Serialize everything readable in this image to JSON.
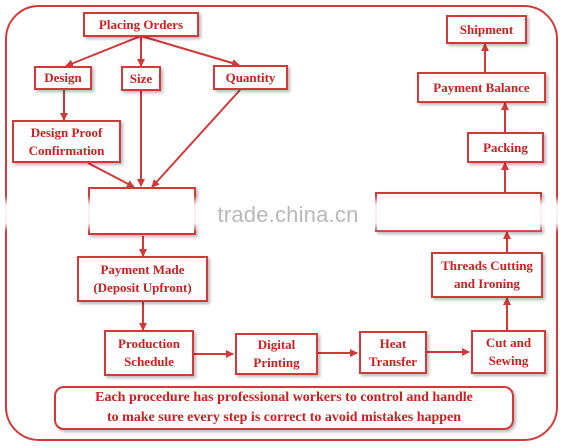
{
  "diagram": {
    "nodes": {
      "placing_orders": "Placing Orders",
      "design": "Design",
      "size": "Size",
      "quantity": "Quantity",
      "design_proof": "Design Proof\nConfirmation",
      "order_booked": "",
      "payment_made": "Payment Made\n(Deposit Upfront)",
      "production_schedule": "Production\nSchedule",
      "digital_printing": "Digital\nPrinting",
      "heat_transfer": "Heat\nTransfer",
      "cut_and_sewing": "Cut and\nSewing",
      "threads_cutting": "Threads Cutting\nand Ironing",
      "quality_check": "",
      "packing": "Packing",
      "payment_balance": "Payment Balance",
      "shipment": "Shipment"
    },
    "note": "Each procedure has professional workers to control and handle\nto make sure every step is correct to avoid mistakes happen"
  },
  "watermark": "trade.china.cn",
  "colors": {
    "accent": "#d23a3a",
    "text": "#cc1f1f",
    "watermark": "#b9b9b9"
  }
}
